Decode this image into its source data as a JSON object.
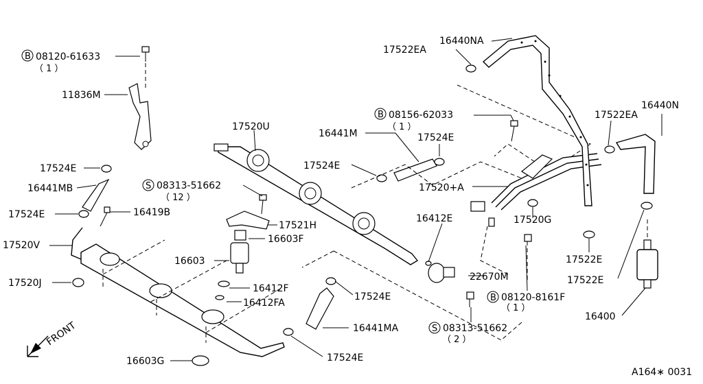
{
  "labels": {
    "l08120_61633": "08120-61633",
    "q1a": "（ 1 ）",
    "l11836M": "11836M",
    "l17524E_a": "17524E",
    "l16441MB": "16441MB",
    "l17524E_b": "17524E",
    "l16419B": "16419B",
    "l17520V": "17520V",
    "l17520J": "17520J",
    "l16603G": "16603G",
    "l17520U": "17520U",
    "l08313_51662a": "08313-51662",
    "q12": "（ 12 ）",
    "l17521H": "17521H",
    "l16603F": "16603F",
    "l16603": "16603",
    "l16412F": "16412F",
    "l16412FA": "16412FA",
    "l16441M": "16441M",
    "l17524E_c": "17524E",
    "l17524E_d": "17524E",
    "l08156_62033": "08156-62033",
    "q1b": "（ 1 ）",
    "l17522EA_a": "17522EA",
    "l16440NA": "16440NA",
    "l17520A": "17520+A",
    "l17520G": "17520G",
    "l16412E": "16412E",
    "l22670M": "22670M",
    "l08120_8161F": "08120-8161F",
    "q1c": "（ 1 ）",
    "l08313_51662b": "08313-51662",
    "q2": "（ 2 ）",
    "l17524E_e": "17524E",
    "l16441MA": "16441MA",
    "l17524E_f": "17524E",
    "l17522EA_b": "17522EA",
    "l16440N": "16440N",
    "l17522E_a": "17522E",
    "l17522E_b": "17522E",
    "l16400": "16400",
    "front": "FRONT",
    "ref": "A164∗ 0031"
  },
  "symbols": {
    "B": "B",
    "S": "S"
  }
}
